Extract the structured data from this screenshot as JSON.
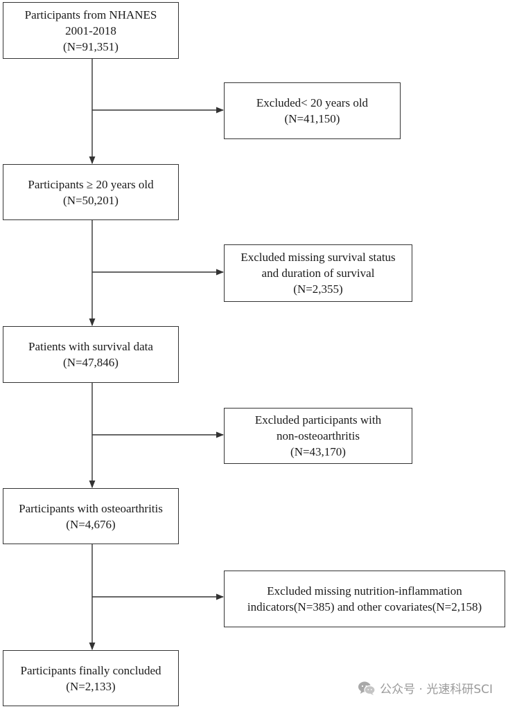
{
  "flowchart": {
    "boxes": [
      {
        "id": "b1",
        "lines": [
          "Participants from NHANES",
          "2001-2018",
          "(N=91,351)"
        ]
      },
      {
        "id": "e1",
        "lines": [
          "Excluded< 20 years old",
          "(N=41,150)"
        ]
      },
      {
        "id": "b2",
        "lines": [
          "Participants ≥ 20 years old",
          "(N=50,201)"
        ]
      },
      {
        "id": "e2",
        "lines": [
          "Excluded missing survival status",
          "and duration of survival",
          "(N=2,355)"
        ]
      },
      {
        "id": "b3",
        "lines": [
          "Patients with survival data",
          "(N=47,846)"
        ]
      },
      {
        "id": "e3",
        "lines": [
          "Excluded participants with",
          "non-osteoarthritis",
          "(N=43,170)"
        ]
      },
      {
        "id": "b4",
        "lines": [
          "Participants with osteoarthritis",
          "(N=4,676)"
        ]
      },
      {
        "id": "e4",
        "lines": [
          "Excluded missing nutrition-inflammation",
          "indicators(N=385) and other covariates(N=2,158)"
        ]
      },
      {
        "id": "b5",
        "lines": [
          "Participants finally concluded",
          "(N=2,133)"
        ]
      }
    ],
    "line_color": "#333333"
  },
  "watermark": {
    "icon": "wechat-icon",
    "text": "公众号 · 光速科研SCI",
    "color": "#9a9a9a"
  }
}
